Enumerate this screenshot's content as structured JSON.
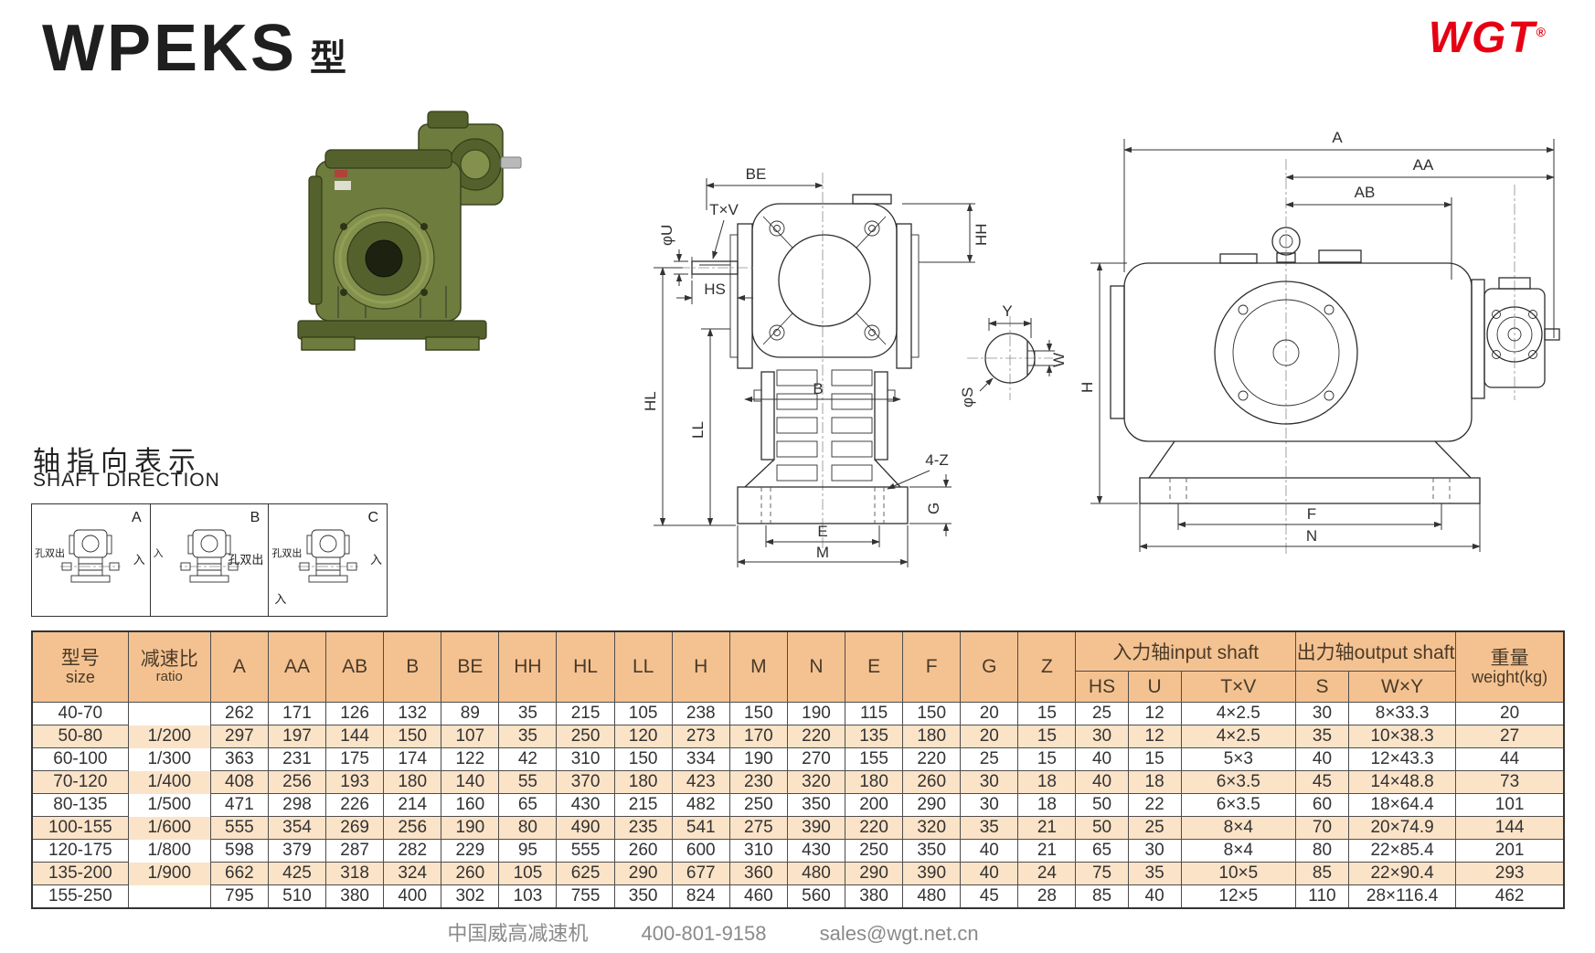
{
  "page": {
    "title": "WPEKS",
    "title_suffix": "型",
    "logo_text": "WGT",
    "logo_mark": "®"
  },
  "colors": {
    "logo_red": "#e60012",
    "table_header_bg": "#f4c291",
    "table_row_alt_bg": "#fbe3c8",
    "gearbox_green": "#6e7c3e"
  },
  "shaft_direction": {
    "heading_cn": "轴指向表示",
    "heading_en": "SHAFT DIRECTION",
    "panels": [
      {
        "id": "A",
        "labels": {
          "left": "孔双出",
          "right": "入"
        }
      },
      {
        "id": "B",
        "labels": {
          "left": "入",
          "right": "孔双出"
        }
      },
      {
        "id": "C",
        "labels": {
          "left": "孔双出",
          "left2": "入",
          "right": "入"
        }
      }
    ]
  },
  "drawings": {
    "front_view": {
      "be": "BE",
      "txv": "T×V",
      "phi_u": "φU",
      "hs": "HS",
      "hh": "HH",
      "hl": "HL",
      "ll": "LL",
      "b": "B",
      "four_z": "4-Z",
      "g": "G",
      "e": "E",
      "m": "M"
    },
    "shaft_section": {
      "y": "Y",
      "w": "W",
      "phi_s": "φS"
    },
    "side_view": {
      "a": "A",
      "aa": "AA",
      "ab": "AB",
      "h": "H",
      "f": "F",
      "n": "N"
    }
  },
  "table": {
    "header": {
      "col_size_cn": "型号",
      "col_size_en": "size",
      "col_ratio_cn": "减速比",
      "col_ratio_en": "ratio",
      "dims": [
        "A",
        "AA",
        "AB",
        "B",
        "BE",
        "HH",
        "HL",
        "LL",
        "H",
        "M",
        "N",
        "E",
        "F",
        "G",
        "Z"
      ],
      "input_shaft_label": "入力轴input shaft",
      "input_cols": [
        "HS",
        "U",
        "T×V"
      ],
      "output_shaft_label": "出力轴output shaft",
      "output_cols": [
        "S",
        "W×Y"
      ],
      "weight_cn": "重量",
      "weight_en": "weight(kg)"
    },
    "rows": [
      {
        "size": "40-70",
        "ratio": "",
        "values": [
          "262",
          "171",
          "126",
          "132",
          "89",
          "35",
          "215",
          "105",
          "238",
          "150",
          "190",
          "115",
          "150",
          "20",
          "15",
          "25",
          "12",
          "4×2.5",
          "30",
          "8×33.3",
          "20"
        ]
      },
      {
        "size": "50-80",
        "ratio": "1/200",
        "values": [
          "297",
          "197",
          "144",
          "150",
          "107",
          "35",
          "250",
          "120",
          "273",
          "170",
          "220",
          "135",
          "180",
          "20",
          "15",
          "30",
          "12",
          "4×2.5",
          "35",
          "10×38.3",
          "27"
        ]
      },
      {
        "size": "60-100",
        "ratio": "1/300",
        "values": [
          "363",
          "231",
          "175",
          "174",
          "122",
          "42",
          "310",
          "150",
          "334",
          "190",
          "270",
          "155",
          "220",
          "25",
          "15",
          "40",
          "15",
          "5×3",
          "40",
          "12×43.3",
          "44"
        ]
      },
      {
        "size": "70-120",
        "ratio": "1/400",
        "values": [
          "408",
          "256",
          "193",
          "180",
          "140",
          "55",
          "370",
          "180",
          "423",
          "230",
          "320",
          "180",
          "260",
          "30",
          "18",
          "40",
          "18",
          "6×3.5",
          "45",
          "14×48.8",
          "73"
        ]
      },
      {
        "size": "80-135",
        "ratio": "1/500",
        "values": [
          "471",
          "298",
          "226",
          "214",
          "160",
          "65",
          "430",
          "215",
          "482",
          "250",
          "350",
          "200",
          "290",
          "30",
          "18",
          "50",
          "22",
          "6×3.5",
          "60",
          "18×64.4",
          "101"
        ]
      },
      {
        "size": "100-155",
        "ratio": "1/600",
        "values": [
          "555",
          "354",
          "269",
          "256",
          "190",
          "80",
          "490",
          "235",
          "541",
          "275",
          "390",
          "220",
          "320",
          "35",
          "21",
          "50",
          "25",
          "8×4",
          "70",
          "20×74.9",
          "144"
        ]
      },
      {
        "size": "120-175",
        "ratio": "1/800",
        "values": [
          "598",
          "379",
          "287",
          "282",
          "229",
          "95",
          "555",
          "260",
          "600",
          "310",
          "430",
          "250",
          "350",
          "40",
          "21",
          "65",
          "30",
          "8×4",
          "80",
          "22×85.4",
          "201"
        ]
      },
      {
        "size": "135-200",
        "ratio": "1/900",
        "values": [
          "662",
          "425",
          "318",
          "324",
          "260",
          "105",
          "625",
          "290",
          "677",
          "360",
          "480",
          "290",
          "390",
          "40",
          "24",
          "75",
          "35",
          "10×5",
          "85",
          "22×90.4",
          "293"
        ]
      },
      {
        "size": "155-250",
        "ratio": "",
        "values": [
          "795",
          "510",
          "380",
          "400",
          "302",
          "103",
          "755",
          "350",
          "824",
          "460",
          "560",
          "380",
          "480",
          "45",
          "28",
          "85",
          "40",
          "12×5",
          "110",
          "28×116.4",
          "462"
        ]
      }
    ]
  },
  "footer": {
    "company": "中国威高减速机",
    "phone": "400-801-9158",
    "email": "sales@wgt.net.cn"
  }
}
